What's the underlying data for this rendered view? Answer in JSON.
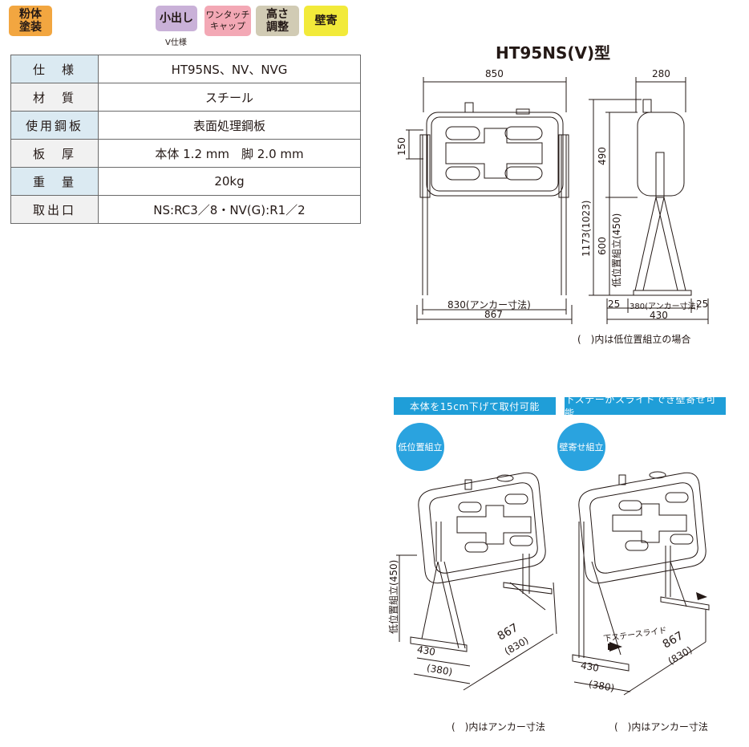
{
  "badges": {
    "powder": "粉体\n塗装",
    "small_outlet": "小出し",
    "small_outlet_sub": "V仕様",
    "one_touch": "ワンタッチ\nキャップ",
    "height_adjust": "高さ\n調整",
    "wall": "壁寄"
  },
  "spec_table": [
    {
      "label": "仕　様",
      "value": "HT95NS、NV、NVG"
    },
    {
      "label": "材　質",
      "value": "スチール"
    },
    {
      "label": "使用鋼板",
      "value": "表面処理鋼板"
    },
    {
      "label": "板　厚",
      "value": "本体 1.2 mm　脚 2.0 mm"
    },
    {
      "label": "重　量",
      "value": "20kg"
    },
    {
      "label": "取出口",
      "value": "NS:RC3／8・NV(G):R1／2"
    }
  ],
  "drawing": {
    "title": "HT95NS(V)型",
    "front_width": "850",
    "front_150": "150",
    "front_anchor": "830(アンカー寸法)",
    "front_base": "867",
    "side_width": "280",
    "side_490": "490",
    "side_total": "1173(1023)",
    "side_600": "600",
    "side_low": "低位置組立(450)",
    "side_25a": "25",
    "side_anchor": "380(アンカー寸法)",
    "side_25b": "25",
    "side_430": "430",
    "paren_note": "(　)内は低位置組立の場合"
  },
  "lower": {
    "banner_left": "本体を15cm下げて取付可能",
    "banner_right": "下ステーがスライドでき壁寄せ可能",
    "circle_left": "低位置組立",
    "circle_right": "壁寄せ組立",
    "left_low": "低位置組立(450)",
    "left_867": "867",
    "left_830": "(830)",
    "left_430": "430",
    "left_380": "(380)",
    "right_slide": "下ステースライド",
    "right_867": "867",
    "right_830": "(830)",
    "right_430": "430",
    "right_380": "(380)",
    "note_left": "(　)内はアンカー寸法",
    "note_right": "(　)内はアンカー寸法"
  }
}
